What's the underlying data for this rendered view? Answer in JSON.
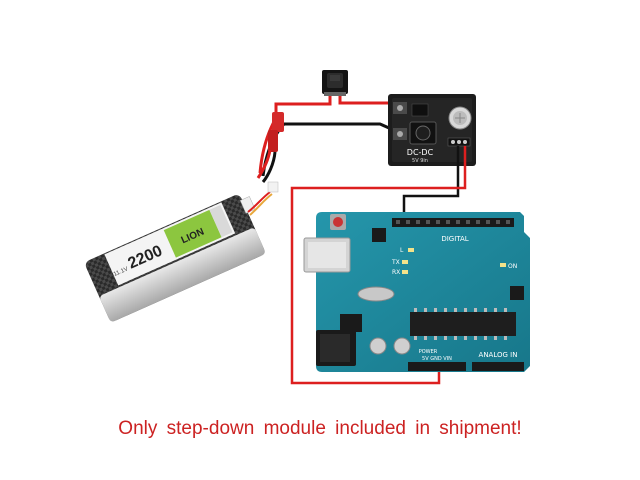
{
  "caption": "Only step-down module included in shipment!",
  "module": {
    "label": "DC-DC",
    "sublabel": "5V 9in"
  },
  "battery": {
    "brand": "LION",
    "capacity": "2200",
    "side_text": "11.1V"
  },
  "arduino": {
    "digital_label": "DIGITAL",
    "analog_label": "ANALOG IN",
    "power_label": "POWER",
    "power_pins": "5V GND VIN",
    "leds": [
      "L",
      "TX",
      "RX"
    ],
    "on_label": "ON"
  },
  "colors": {
    "caption": "#cc2222",
    "wire_red": "#dd1f1f",
    "wire_black": "#111111",
    "board": "#1f8a9f",
    "module_pcb": "#1c1c1c"
  }
}
